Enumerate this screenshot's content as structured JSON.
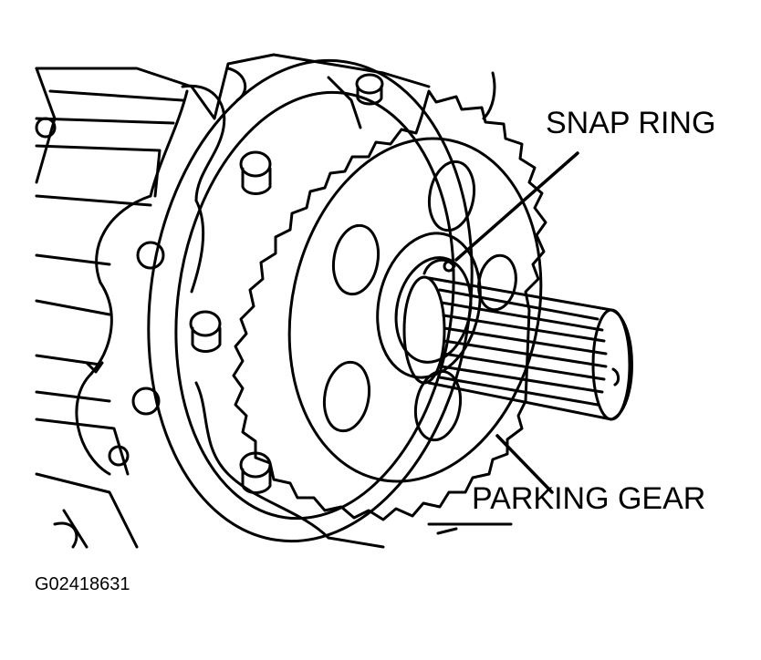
{
  "labels": {
    "snap_ring": "SNAP RING",
    "parking_gear": "PARKING GEAR"
  },
  "figure_id": "G02418631",
  "colors": {
    "ink": "#000000",
    "paper": "#ffffff"
  }
}
